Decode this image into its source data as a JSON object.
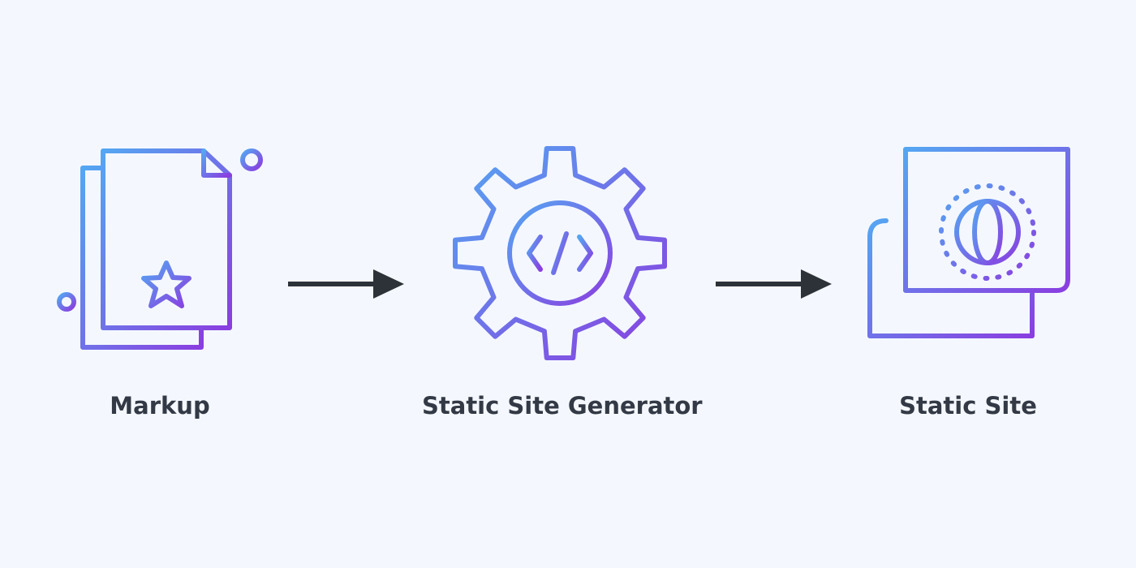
{
  "diagram": {
    "nodes": [
      {
        "id": "markup",
        "label": "Markup",
        "icon": "document-star-icon"
      },
      {
        "id": "generator",
        "label": "Static Site Generator",
        "icon": "gear-code-icon"
      },
      {
        "id": "site",
        "label": "Static Site",
        "icon": "browser-globe-monitor-icon"
      }
    ],
    "edges": [
      {
        "from": "markup",
        "to": "generator"
      },
      {
        "from": "generator",
        "to": "site"
      }
    ]
  },
  "colors": {
    "background": "#f4f8fe",
    "gradient_start": "#55a6f2",
    "gradient_end": "#8a3ee0",
    "arrow": "#2d3238",
    "label_text": "#333a45"
  }
}
